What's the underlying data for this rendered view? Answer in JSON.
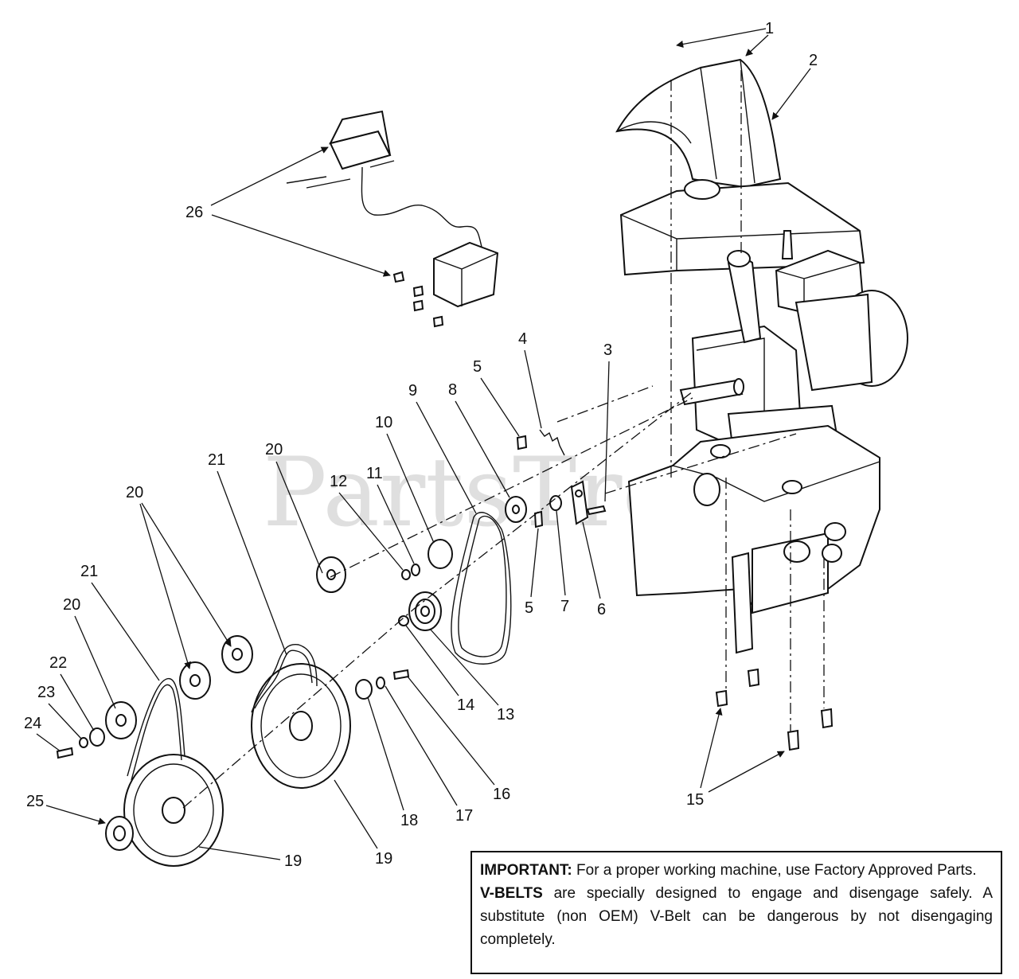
{
  "watermark": "PartsTree",
  "callouts": [
    "1",
    "2",
    "3",
    "4",
    "5",
    "5",
    "6",
    "7",
    "8",
    "9",
    "10",
    "11",
    "12",
    "13",
    "14",
    "15",
    "16",
    "17",
    "18",
    "19",
    "19",
    "20",
    "20",
    "20",
    "20",
    "21",
    "21",
    "22",
    "23",
    "24",
    "25",
    "26"
  ],
  "note": {
    "important_label": "IMPORTANT:",
    "important_text": "For a proper working machine, use Factory Approved Parts.",
    "vbelts_label": "V-BELTS",
    "vbelts_text": "are specially designed to engage and disengage safely.  A substitute (non OEM) V-Belt can be dangerous by not disengaging completely."
  }
}
